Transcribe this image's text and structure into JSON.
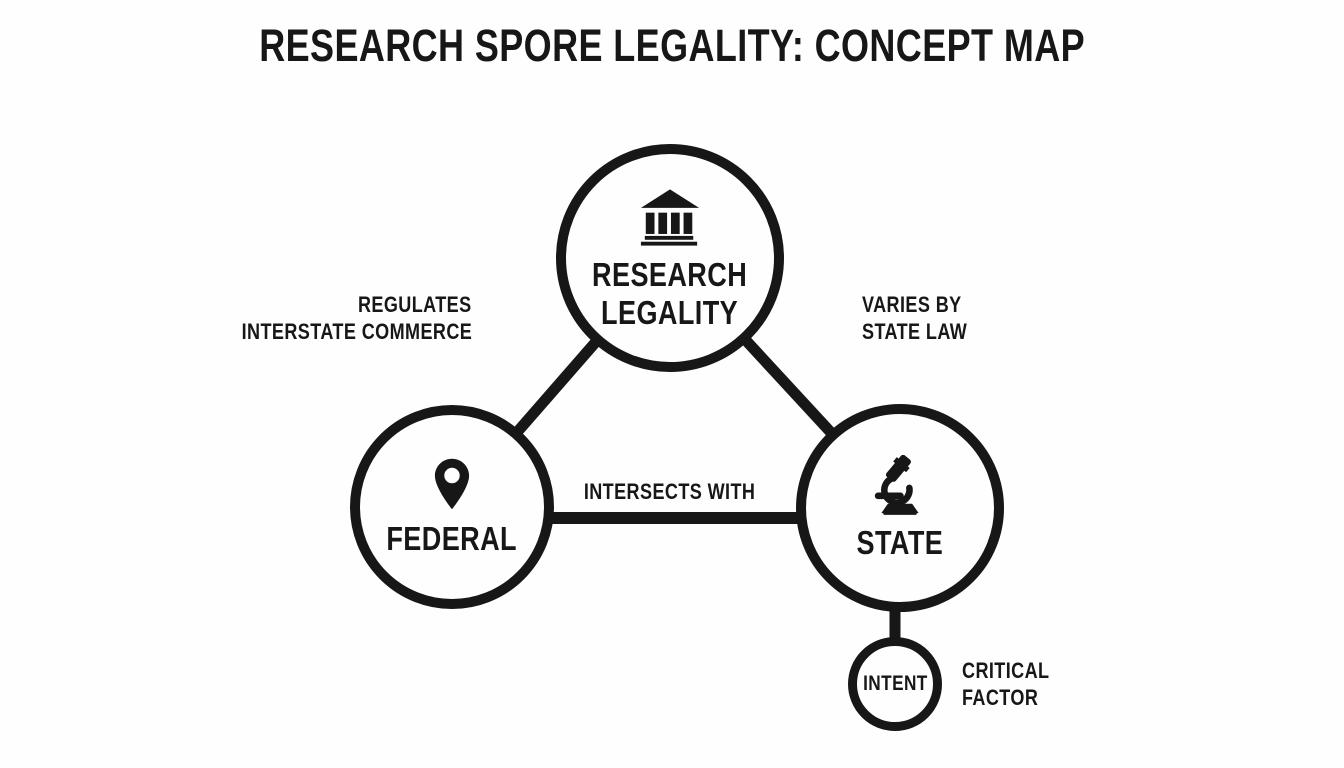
{
  "title": "RESEARCH SPORE LEGALITY: CONCEPT MAP",
  "colors": {
    "ink": "#171717",
    "background": "#ffffff"
  },
  "nodes": {
    "research_legality": {
      "icon": "bank-icon",
      "label_line1": "RESEARCH",
      "label_line2": "LEGALITY"
    },
    "federal": {
      "icon": "location-pin-icon",
      "label": "FEDERAL"
    },
    "state": {
      "icon": "microscope-icon",
      "label": "STATE"
    },
    "intent": {
      "label": "INTENT"
    }
  },
  "annotations": {
    "federal_note": {
      "line1": "REGULATES",
      "line2": "INTERSTATE COMMERCE"
    },
    "state_note": {
      "line1": "VARIES BY",
      "line2": "STATE LAW"
    },
    "federal_state_edge": "INTERSECTS WITH",
    "intent_note": {
      "line1": "CRITICAL",
      "line2": "FACTOR"
    }
  }
}
